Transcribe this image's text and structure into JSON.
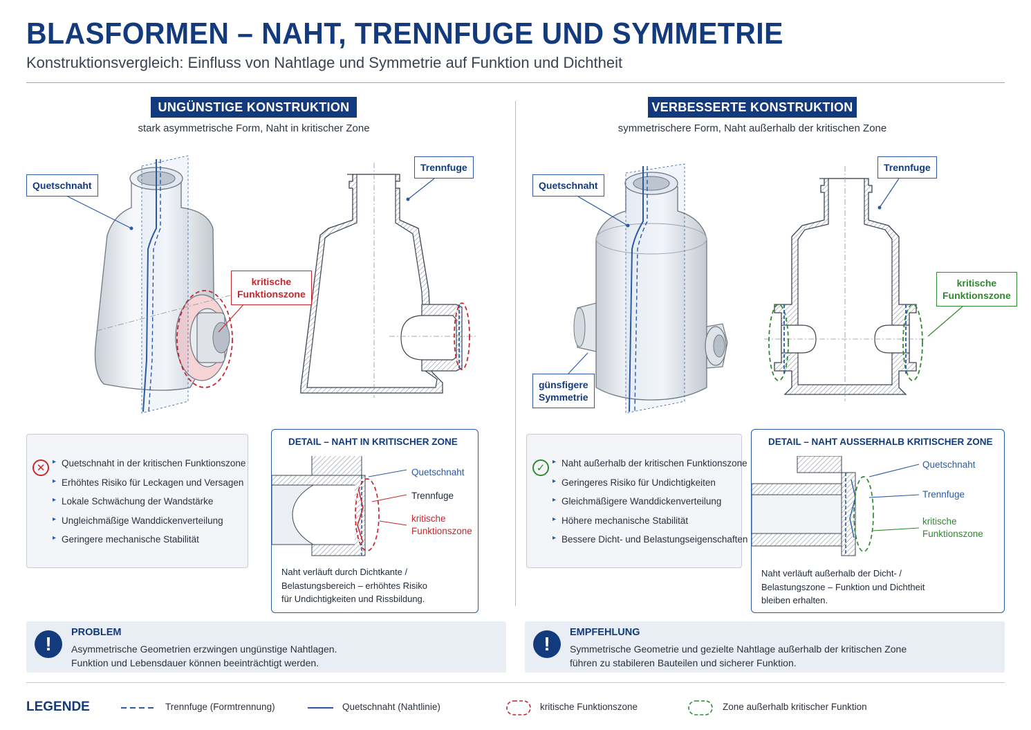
{
  "header": {
    "title": "BLASFORMEN – NAHT, TRENNFUGE UND SYMMETRIE",
    "subtitle": "Konstruktionsvergleich: Einfluss von Nahtlage und Symmetrie auf Funktion und Dichtheit"
  },
  "colors": {
    "navy": "#133a7c",
    "blue": "#2a5aa5",
    "red": "#c8262c",
    "green": "#2f8a2f"
  },
  "left": {
    "heading": "UNGÜNSTIGE KONSTRUKTION",
    "subheading": "stark asymmetrische Form, Naht in kritischer Zone",
    "callouts": {
      "quetschnaht": "Quetschnaht",
      "trennfuge": "Trennfuge",
      "kritisch_1": "kritische",
      "kritisch_2": "Funktionszone"
    },
    "status_icon": "x-circle-icon",
    "bullets": [
      "Quetschnaht in der kritischen Funktionszone",
      "Erhöhtes Risiko für Leckagen und Versagen",
      "Lokale Schwächung der Wandstärke",
      "Ungleichmäßige Wanddickenverteilung",
      "Geringere mechanische Stabilität"
    ],
    "detail": {
      "title": "DETAIL – NAHT IN KRITISCHER ZONE",
      "labels": {
        "quetschnaht": "Quetschnaht",
        "trennfuge": "Trennfuge",
        "kritisch_1": "kritische",
        "kritisch_2": "Funktionszone"
      },
      "text": [
        "Naht verläuft durch Dichtkante /",
        "Belastungsbereich – erhöhtes Risiko",
        "für Undichtigkeiten und Rissbildung."
      ]
    }
  },
  "right": {
    "heading": "VERBESSERTE KONSTRUKTION",
    "subheading": "symmetrischere Form, Naht außerhalb der kritischen Zone",
    "callouts": {
      "quetschnaht": "Quetschnaht",
      "trennfuge": "Trennfuge",
      "kritisch_1": "kritische",
      "kritisch_2": "Funktionszone",
      "sym_1": "günsfigere",
      "sym_2": "Symmetrie"
    },
    "status_icon": "check-circle-icon",
    "bullets": [
      "Naht außerhalb der kritischen Funktionszone",
      "Geringeres Risiko für Undichtigkeiten",
      "Gleichmäßigere Wanddickenverteilung",
      "Höhere mechanische Stabilität",
      "Bessere Dicht- und Belastungseigenschaften"
    ],
    "detail": {
      "title": "DETAIL – NAHT AUSSERHALB KRITISCHER ZONE",
      "labels": {
        "quetschnaht": "Quetschnaht",
        "trennfuge": "Trennfuge",
        "kritisch_1": "kritische",
        "kritisch_2": "Funktionszone"
      },
      "text": [
        "Naht verläuft außerhalb der Dicht- /",
        "Belastungszone – Funktion und Dichtheit",
        "bleiben erhalten."
      ]
    }
  },
  "problem": {
    "icon": "exclamation-icon",
    "title": "PROBLEM",
    "lines": [
      "Asymmetrische Geometrien erzwingen ungünstige Nahtlagen.",
      "Funktion und Lebensdauer können beeinträchtigt werden."
    ]
  },
  "recommendation": {
    "icon": "exclamation-icon",
    "title": "EMPFEHLUNG",
    "lines": [
      "Symmetrische Geometrie und gezielte Nahtlage außerhalb der kritischen Zone",
      "führen zu stabileren Bauteilen und sicherer Funktion."
    ]
  },
  "legend": {
    "title": "LEGENDE",
    "items": [
      "Trennfuge (Formtrennung)",
      "Quetschnaht (Nahtlinie)",
      "kritische Funktionszone",
      "Zone außerhalb kritischer Funktion"
    ]
  }
}
